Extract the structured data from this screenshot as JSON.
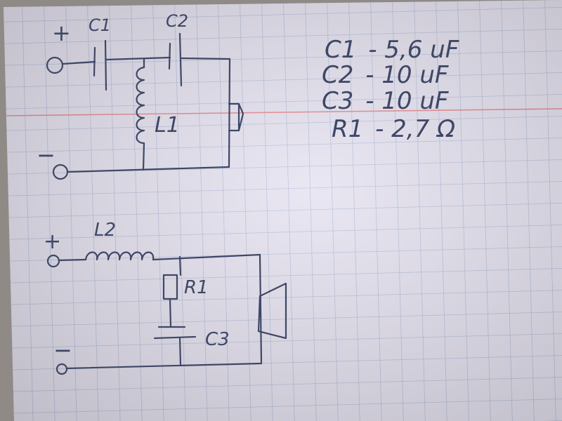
{
  "colors": {
    "paper": "#e6e3f1",
    "grid": "#aeb9d8",
    "margin_line": "#e58a8f",
    "ink": "#3f4766",
    "background": "#8f8a86"
  },
  "circuit_top": {
    "plus": "+",
    "minus": "−",
    "c1_label": "C1",
    "c2_label": "C2",
    "l1_label": "L1"
  },
  "circuit_bottom": {
    "plus": "+",
    "minus": "−",
    "l2_label": "L2",
    "r1_label": "R1",
    "c3_label": "C3"
  },
  "component_values": [
    {
      "name": "C1",
      "value": "- 5,6 uF"
    },
    {
      "name": "C2",
      "value": "- 10 uF"
    },
    {
      "name": "C3",
      "value": "- 10 uF"
    },
    {
      "name": "R1",
      "value": "- 2,7 Ω"
    }
  ]
}
